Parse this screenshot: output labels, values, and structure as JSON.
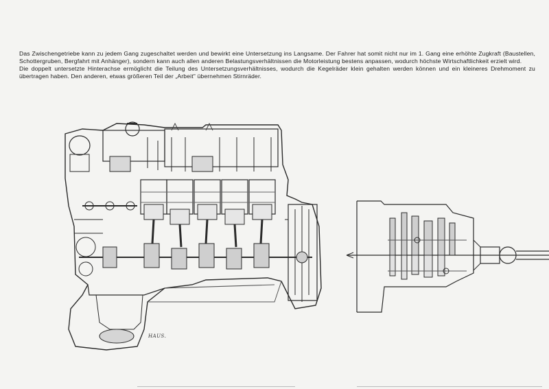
{
  "description": {
    "paragraph1": "Das Zwischengetriebe kann zu jedem Gang zugeschaltet werden und bewirkt eine Untersetzung ins Langsame. Der Fahrer hat somit nicht nur im 1. Gang eine erhöhte Zugkraft (Baustellen, Schottergruben, Bergfahrt mit Anhänger), sondern kann auch allen anderen Belastungsverhältnissen die Motorleistung bestens anpassen, wodurch höchste Wirtschaftlichkeit erzielt wird.",
    "paragraph2": "Die doppelt untersetzte Hinterachse ermöglicht die Teilung des Untersetzungsverhältnisses, wodurch die Kegelräder klein gehalten werden können und ein kleineres Drehmoment zu übertragen haben. Den anderen, etwas größeren Teil der „Arbeit\" übernehmen Stirnräder."
  },
  "illustrations": {
    "engine": "engine-cutaway",
    "gearbox": "gearbox-section"
  },
  "signature": "HAUS."
}
